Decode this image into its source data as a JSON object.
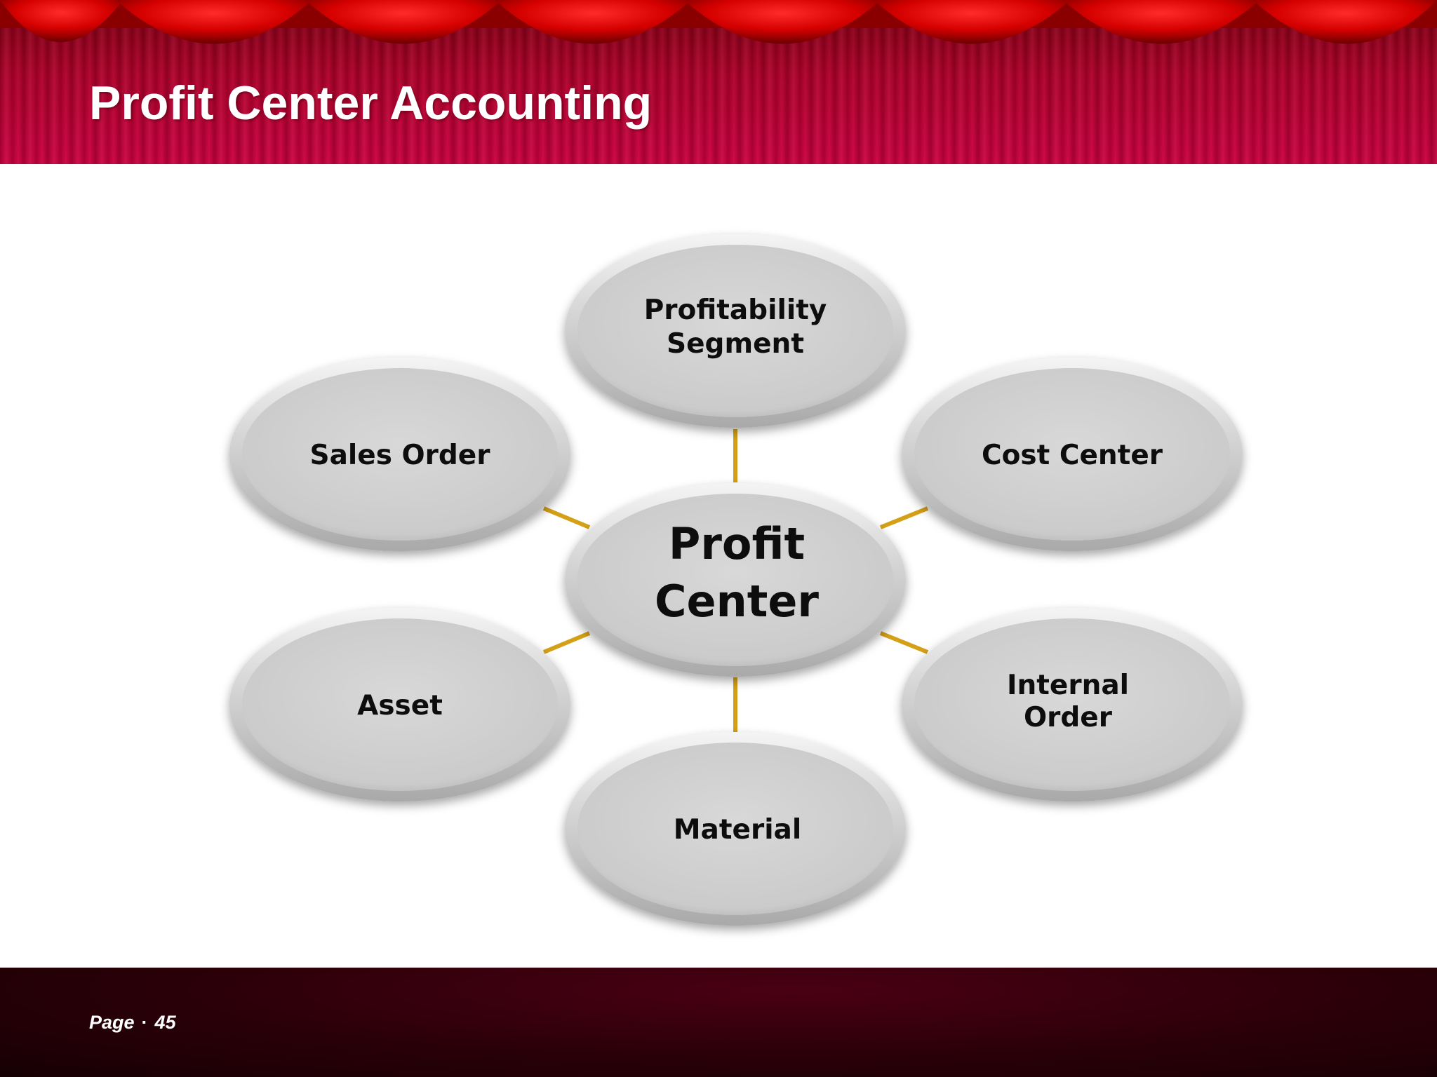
{
  "slide": {
    "title": "Profit Center Accounting",
    "page_label": "Page",
    "page_separator": "·",
    "page_number": "45"
  },
  "diagram": {
    "center": {
      "lines": [
        "Profit",
        "Center"
      ]
    },
    "nodes": [
      {
        "id": "profitability-segment",
        "lines": [
          "Profitability",
          "Segment"
        ]
      },
      {
        "id": "cost-center",
        "lines": [
          "Cost Center"
        ]
      },
      {
        "id": "internal-order",
        "lines": [
          "Internal",
          "Order"
        ]
      },
      {
        "id": "material",
        "lines": [
          "Material"
        ]
      },
      {
        "id": "asset",
        "lines": [
          "Asset"
        ]
      },
      {
        "id": "sales-order",
        "lines": [
          "Sales Order"
        ]
      }
    ]
  },
  "colors": {
    "header_red": "#cc0040",
    "connector": "#d4a017",
    "node_fill": "#d0d0d0",
    "footer": "#2a0008"
  }
}
